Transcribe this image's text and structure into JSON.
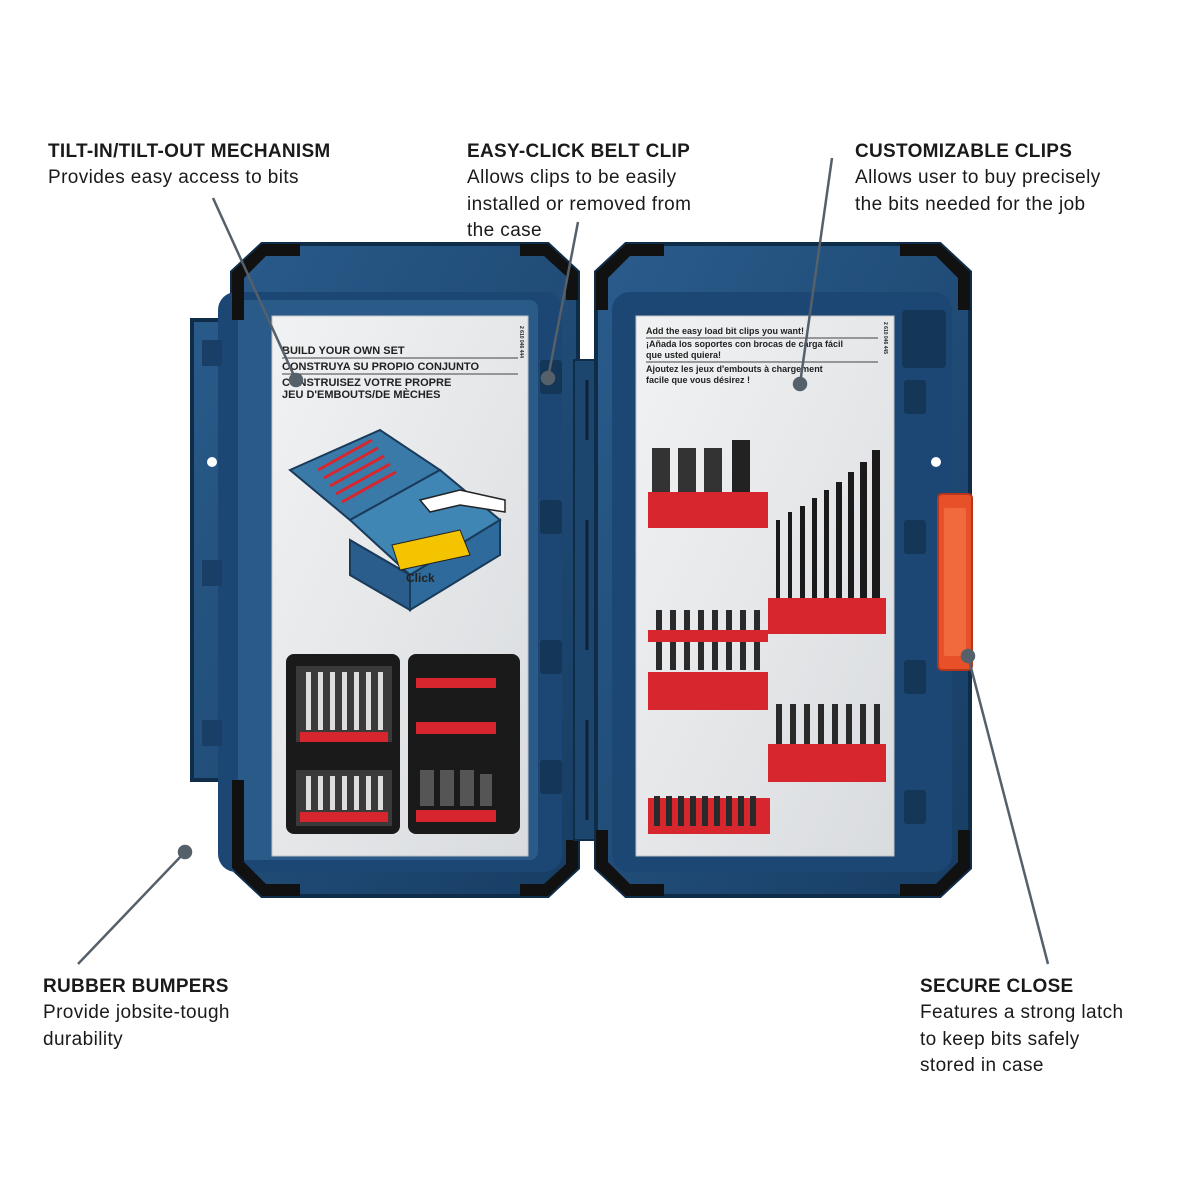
{
  "callouts": {
    "tilt": {
      "title": "TILT-IN/TILT-OUT MECHANISM",
      "desc": "Provides easy access to bits"
    },
    "belt": {
      "title": "EASY-CLICK BELT CLIP",
      "desc": "Allows clips to be easily\ninstalled or removed from\nthe case"
    },
    "clips": {
      "title": "CUSTOMIZABLE CLIPS",
      "desc": "Allows user to buy precisely\nthe bits needed for the job"
    },
    "bumpers": {
      "title": "RUBBER BUMPERS",
      "desc": "Provide jobsite-tough\ndurability"
    },
    "secure": {
      "title": "SECURE CLOSE",
      "desc": "Features a strong latch\nto keep bits safely\nstored in case"
    }
  },
  "left_card": {
    "line1": "BUILD YOUR OWN SET",
    "line2": "CONSTRUYA SU PROPIO CONJUNTO",
    "line3": "CONSTRUISEZ VOTRE PROPRE",
    "line4": "JEU D'EMBOUTS/DE MÈCHES",
    "part_no": "2 610 046 444",
    "click": "Click"
  },
  "right_card": {
    "line1": "Add the easy load bit clips you want!",
    "line2": "¡Añada los soportes con brocas de carga fácil",
    "line3": "que usted quiera!",
    "line4": "Ajoutez les jeux d'embouts à chargement",
    "line5": "facile que vous désirez !",
    "part_no": "2 610 046 445"
  },
  "colors": {
    "case_blue": "#22507e",
    "case_dark": "#163a5e",
    "clip_red": "#d8262e",
    "latch_orange": "#e8502a",
    "card_grey": "#e4e6e8"
  }
}
